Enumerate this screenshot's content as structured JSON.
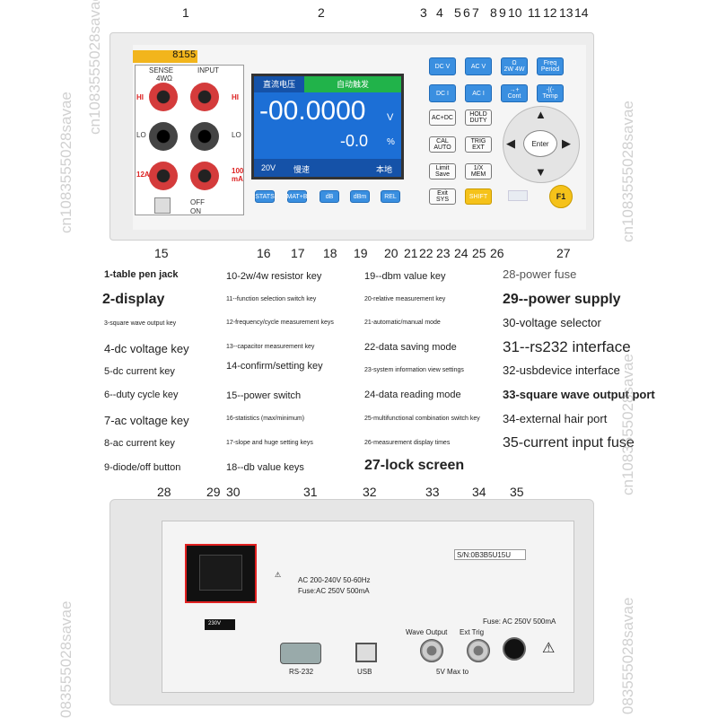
{
  "callouts_top": [
    "1",
    "2",
    "3",
    "4",
    "5",
    "6",
    "7",
    "8",
    "9",
    "10",
    "11",
    "12",
    "13",
    "14"
  ],
  "callouts_bottom": [
    "15",
    "16",
    "17",
    "18",
    "19",
    "20",
    "21",
    "22",
    "23",
    "24",
    "25",
    "26",
    "27"
  ],
  "callouts_rear": [
    "28",
    "29",
    "30",
    "31",
    "32",
    "33",
    "34",
    "35"
  ],
  "front_panel": {
    "model": "8155",
    "sense_label": "SENSE",
    "sense_sub": "4WΩ",
    "input_label": "INPUT",
    "hi": "HI",
    "lo": "LO",
    "jack_a": "12A",
    "jack_ma": "100\nmA",
    "power_off": "OFF",
    "power_on": "ON",
    "screen": {
      "mode": "直流电压",
      "trigger": "自动触发",
      "value": "-00.0000",
      "unit": "V",
      "percent": "-0.0",
      "percent_unit": "%",
      "range": "20V",
      "speed": "慢速",
      "local": "本地"
    },
    "keys_right": {
      "dcv": "DC V",
      "dci": "DC I",
      "acv": "AC V",
      "aci": "AC I",
      "ohm": "Ω\n2W 4W",
      "cont": "→+\nCont",
      "freq": "Freq\nPeriod",
      "temp": "-|(-\nTemp",
      "acdc": "AC+DC",
      "hold": "HOLD\nDUTY",
      "cal": "CAL\nAUTO",
      "trig": "TRIG\nEXT",
      "limit": "Limit\nSave",
      "mem": "1/X\nMEM",
      "exit": "Exit\nSYS",
      "shift": "SHIFT"
    },
    "keys_bottom": {
      "stats": "STATS",
      "math": "MAT+B",
      "db": "dB",
      "dbm": "dBm",
      "rel": "REL"
    },
    "enter": "Enter",
    "f1": "F1"
  },
  "legend": {
    "col1": [
      "1-table pen jack",
      "2-display",
      "3-square wave output key",
      "4-dc voltage key",
      "5-dc current key",
      "6--duty cycle key",
      "7-ac voltage key",
      "8-ac current key",
      "9-diode/off button"
    ],
    "col2": [
      "10-2w/4w resistor key",
      "11--function selection switch key",
      "12-frequency/cycle measurement keys",
      "13--capacitor measurement key",
      "14-confirm/setting key",
      "15--power switch",
      "16-statistics (max/minimum)",
      "17-slope and huge setting keys",
      "18--db value keys"
    ],
    "col3": [
      "19--dbm value key",
      "20-relative measurement key",
      "21-automatic/manual mode",
      "22-data saving mode",
      "23-system information view settings",
      "24-data reading mode",
      "25-multifunctional combination switch key",
      "26-measurement display times",
      "27-lock screen"
    ],
    "col4": [
      "28-power fuse",
      "29--power supply",
      "30-voltage selector",
      "31--rs232 interface",
      "32-usbdevice interface",
      "33-square wave output port",
      "34-external hair port",
      "35-current input fuse"
    ]
  },
  "rear_panel": {
    "power_rating": "AC 200-240V 50-60Hz",
    "fuse_rating": "Fuse:AC 250V 500mA",
    "serial": "S/N:0B3B5U15U",
    "rs232": "RS-232",
    "usb": "USB",
    "wave_output": "Wave Output",
    "ext_trig": "Ext Trig",
    "max_5v": "5V Max to",
    "current_fuse": "Fuse: AC 250V 500mA",
    "vsel": "230V"
  },
  "watermark": "cn1083555028savae",
  "watermark_alt": "0835550​28savae"
}
